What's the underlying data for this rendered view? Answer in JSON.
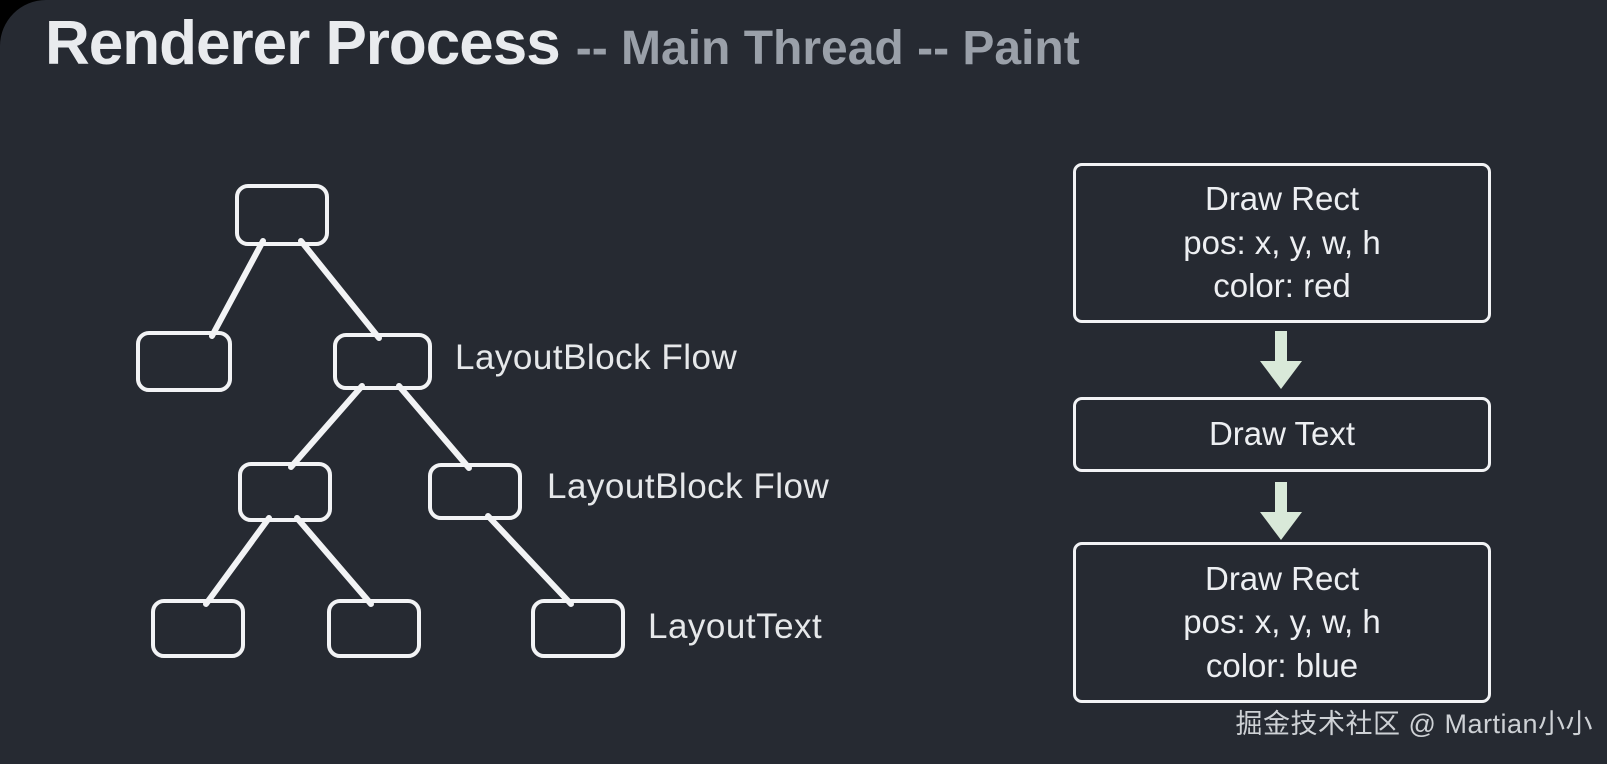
{
  "header": {
    "title_main": "Renderer Process",
    "title_sub": "-- Main Thread -- Paint"
  },
  "tree": {
    "labels": [
      "LayoutBlock Flow",
      "LayoutBlock Flow",
      "LayoutText"
    ]
  },
  "flowchart": {
    "steps": [
      {
        "lines": [
          "Draw Rect",
          "pos: x, y, w, h",
          "color: red"
        ]
      },
      {
        "lines": [
          "Draw Text"
        ]
      },
      {
        "lines": [
          "Draw Rect",
          "pos: x, y, w, h",
          "color: blue"
        ]
      }
    ]
  },
  "watermark": "掘金技术社区 @ Martian小小",
  "colors": {
    "background": "#262a32",
    "stroke-white": "#f2f3f5",
    "arrow-green": "#d9e9d9",
    "title-main": "#e9ebee",
    "title-sub": "#9aa0a9",
    "label-text": "#e6e8ea",
    "flow-text": "#edeff2",
    "watermark-text": "#ced1d5"
  }
}
